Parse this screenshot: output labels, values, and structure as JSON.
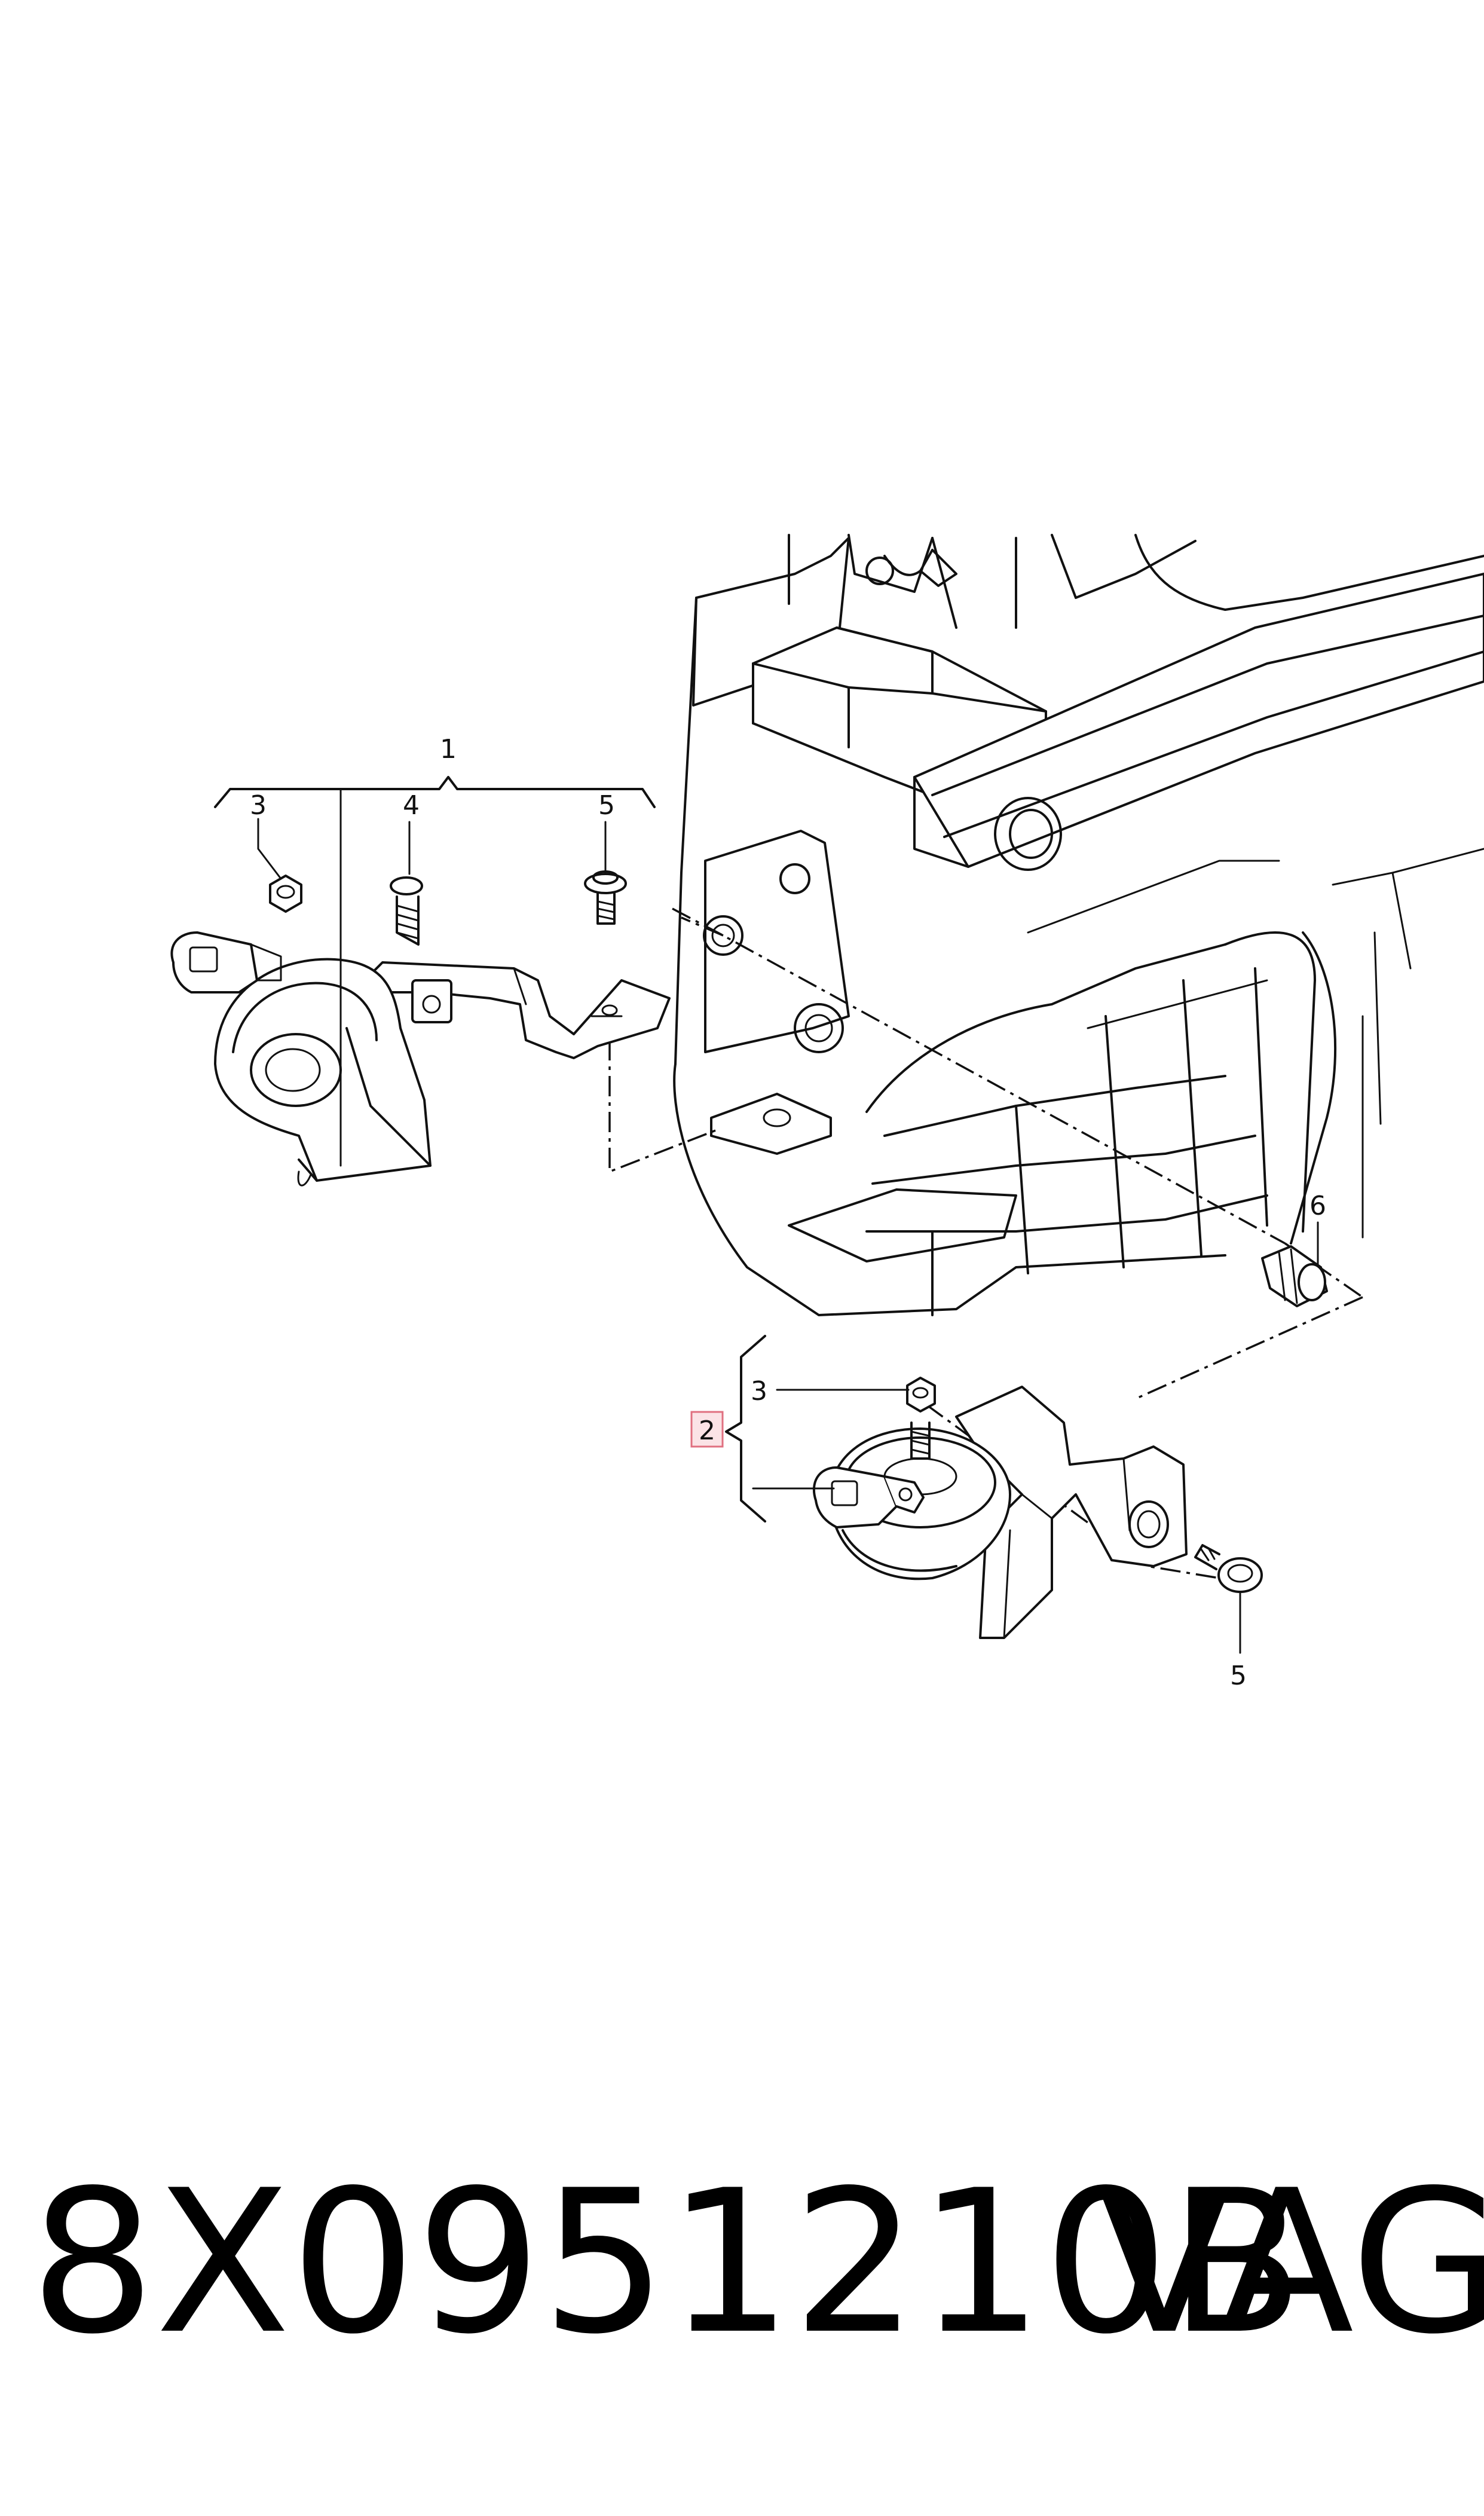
{
  "callouts": {
    "c1": "1",
    "c2": "2",
    "c3_top": "3",
    "c4": "4",
    "c5_top": "5",
    "c6": "6",
    "c3_bottom": "3",
    "c5_bottom": "5"
  },
  "highlight_color": "#e07080",
  "footer": {
    "part_number": "8X0951210B",
    "brand": "VAG"
  }
}
